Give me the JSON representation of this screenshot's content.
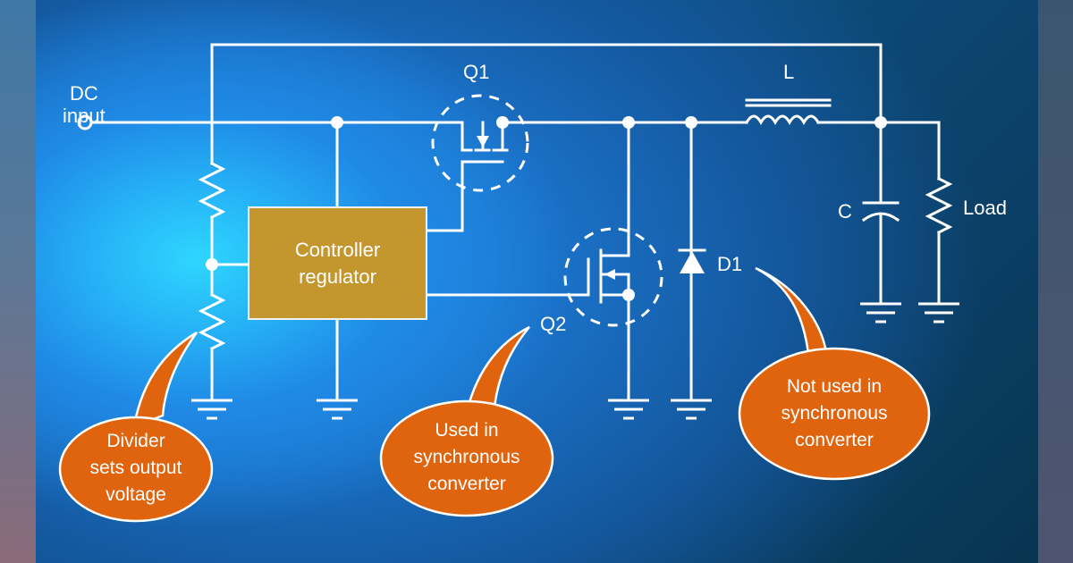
{
  "diagram": {
    "title": "Buck converter with controller regulator",
    "colors": {
      "wire": "#ffffff",
      "controller_fill": "#c3962e",
      "callout_fill": "#e0640e",
      "background_dark": "#0a3b58",
      "background_glow": "#2ed6ff"
    },
    "labels": {
      "dc_input_line1": "DC",
      "dc_input_line2": "input",
      "q1": "Q1",
      "q2": "Q2",
      "d1": "D1",
      "inductor": "L",
      "capacitor": "C",
      "load": "Load"
    },
    "controller": {
      "line1": "Controller",
      "line2": "regulator"
    },
    "callouts": [
      {
        "id": "divider",
        "lines": [
          "Divider",
          "sets output",
          "voltage"
        ]
      },
      {
        "id": "q2-note",
        "lines": [
          "Used in",
          "synchronous",
          "converter"
        ]
      },
      {
        "id": "d1-note",
        "lines": [
          "Not used in",
          "synchronous",
          "converter"
        ]
      }
    ],
    "components": [
      {
        "ref": "R-top",
        "type": "resistor"
      },
      {
        "ref": "R-bottom",
        "type": "resistor"
      },
      {
        "ref": "Q1",
        "type": "mosfet"
      },
      {
        "ref": "Q2",
        "type": "mosfet"
      },
      {
        "ref": "D1",
        "type": "diode"
      },
      {
        "ref": "L",
        "type": "inductor"
      },
      {
        "ref": "C",
        "type": "capacitor"
      },
      {
        "ref": "Load",
        "type": "resistor"
      }
    ]
  }
}
